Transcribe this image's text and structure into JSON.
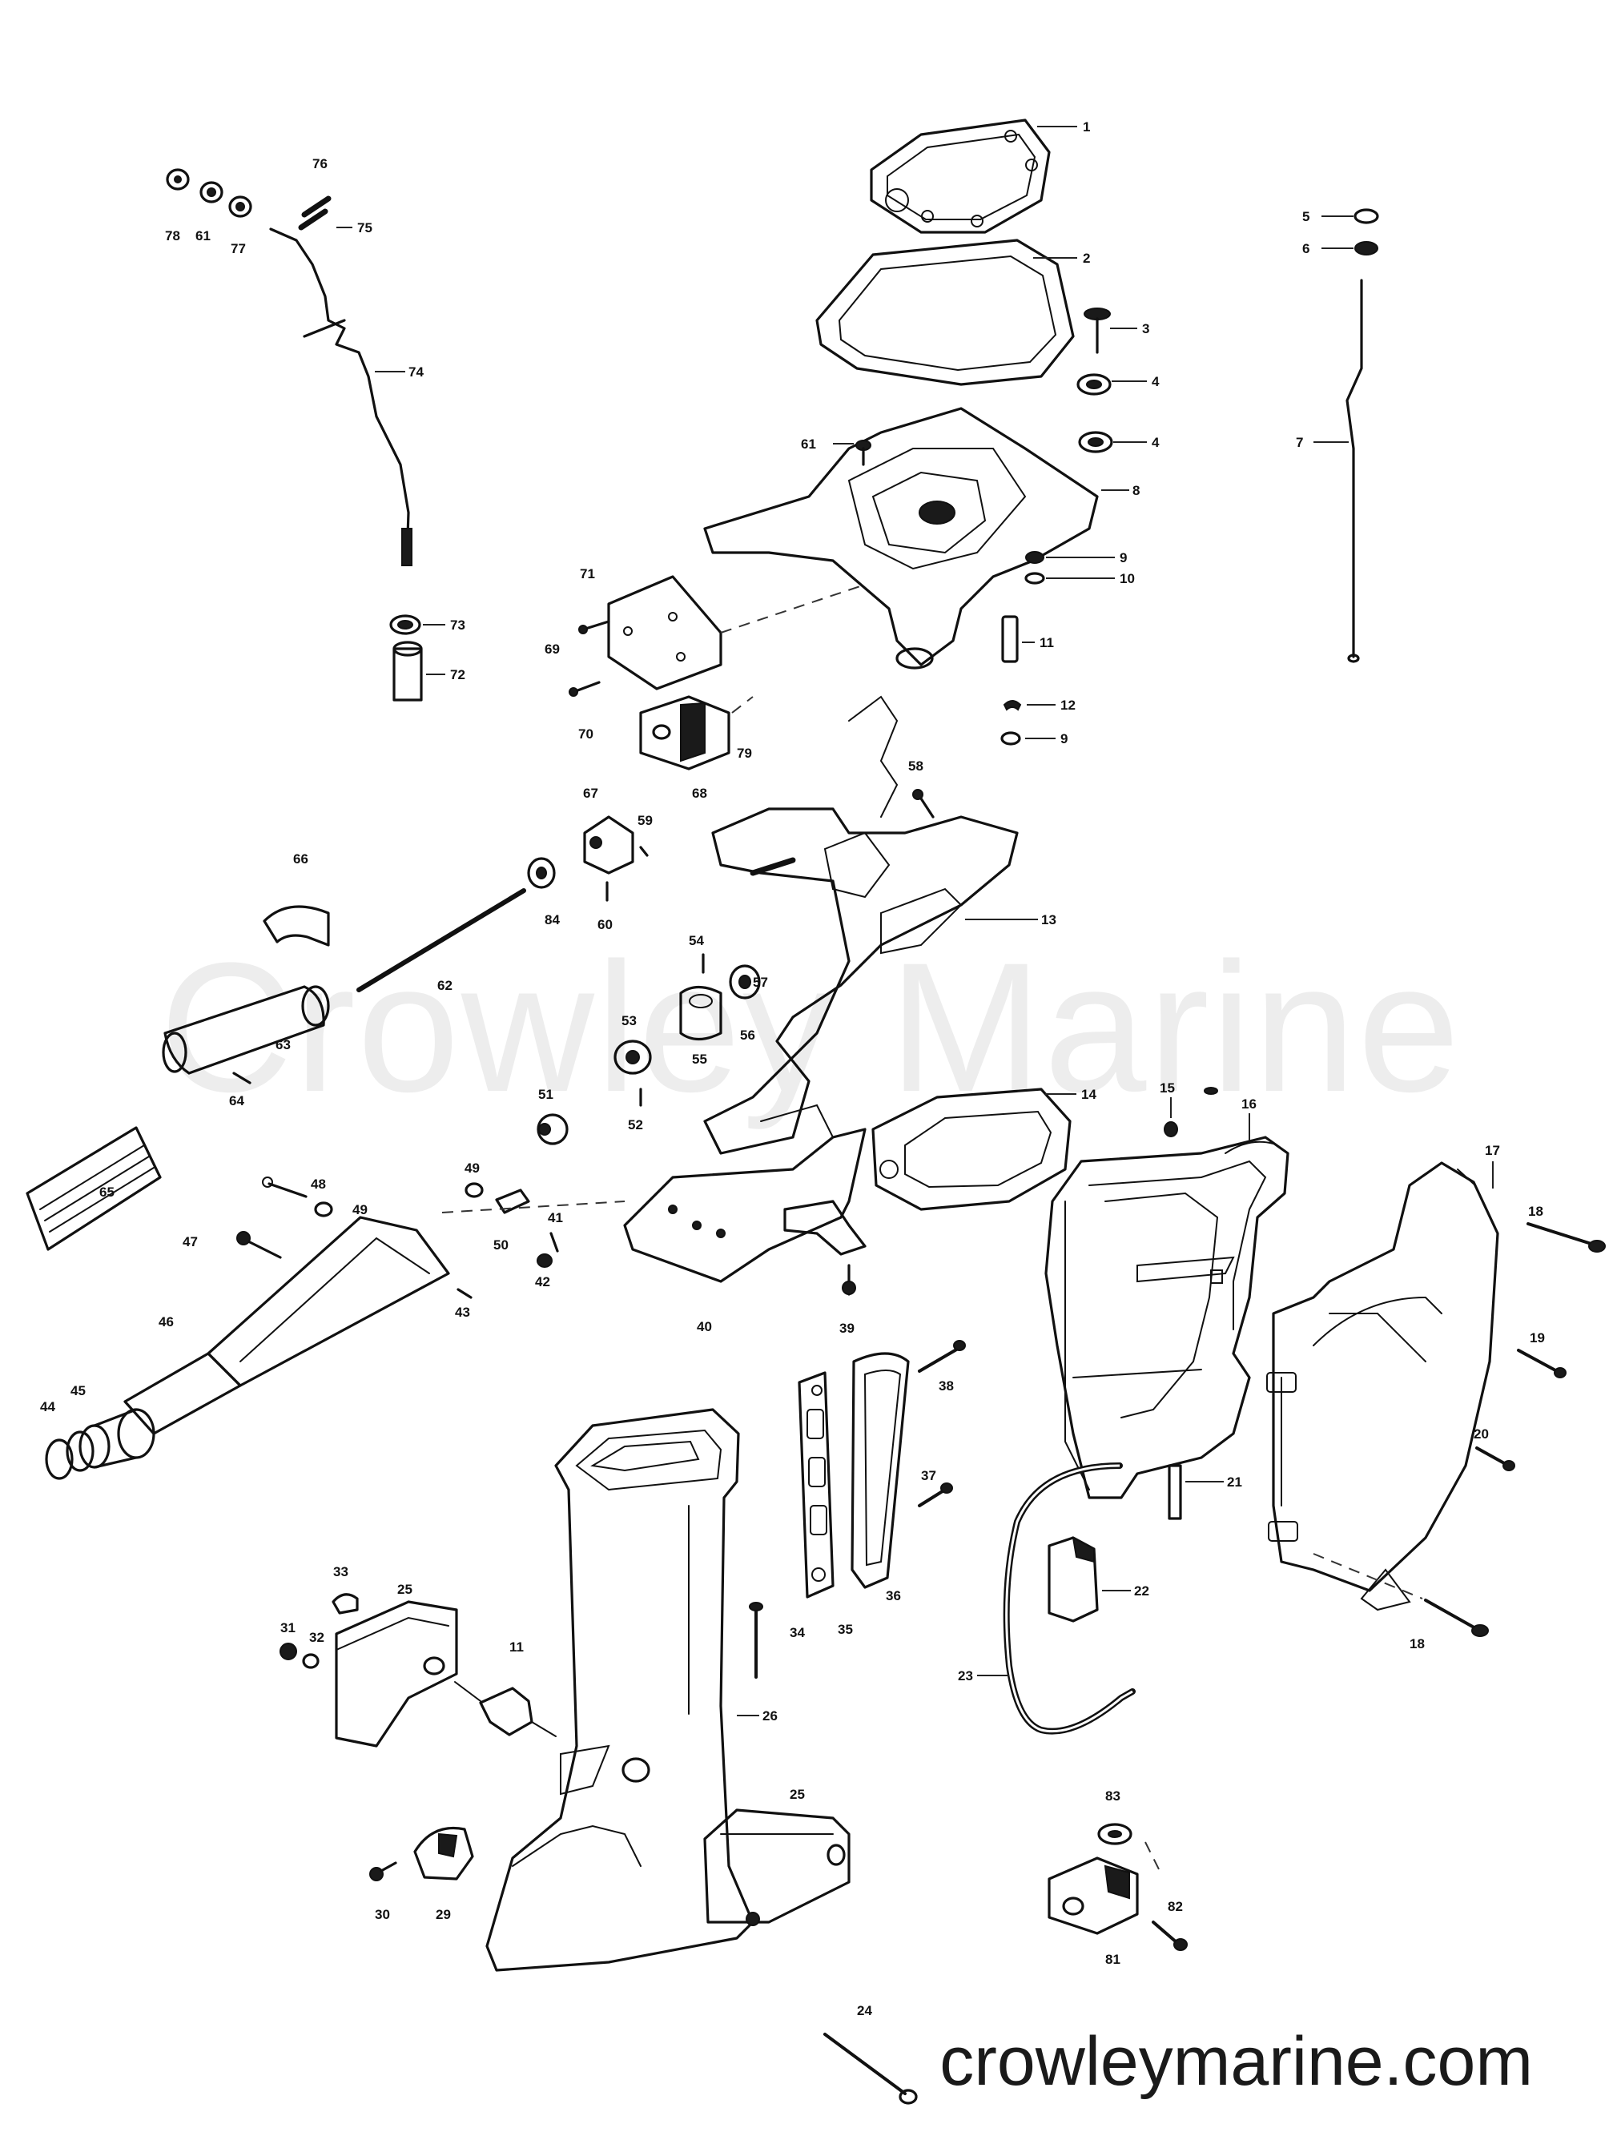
{
  "watermark": "Crowley Marine",
  "site_url": "crowleymarine.com",
  "callouts": [
    {
      "id": "c1",
      "label": "1"
    },
    {
      "id": "c2",
      "label": "2"
    },
    {
      "id": "c3",
      "label": "3"
    },
    {
      "id": "c4a",
      "label": "4"
    },
    {
      "id": "c4b",
      "label": "4"
    },
    {
      "id": "c5",
      "label": "5"
    },
    {
      "id": "c6",
      "label": "6"
    },
    {
      "id": "c7",
      "label": "7"
    },
    {
      "id": "c8",
      "label": "8"
    },
    {
      "id": "c9a",
      "label": "9"
    },
    {
      "id": "c10",
      "label": "10"
    },
    {
      "id": "c11a",
      "label": "11"
    },
    {
      "id": "c12",
      "label": "12"
    },
    {
      "id": "c9b",
      "label": "9"
    },
    {
      "id": "c13",
      "label": "13"
    },
    {
      "id": "c14",
      "label": "14"
    },
    {
      "id": "c15",
      "label": "15"
    },
    {
      "id": "c16",
      "label": "16"
    },
    {
      "id": "c17",
      "label": "17"
    },
    {
      "id": "c18a",
      "label": "18"
    },
    {
      "id": "c19",
      "label": "19"
    },
    {
      "id": "c20",
      "label": "20"
    },
    {
      "id": "c21",
      "label": "21"
    },
    {
      "id": "c22",
      "label": "22"
    },
    {
      "id": "c18b",
      "label": "18"
    },
    {
      "id": "c23",
      "label": "23"
    },
    {
      "id": "c24",
      "label": "24"
    },
    {
      "id": "c25a",
      "label": "25"
    },
    {
      "id": "c25b",
      "label": "25"
    },
    {
      "id": "c26",
      "label": "26"
    },
    {
      "id": "c29",
      "label": "29"
    },
    {
      "id": "c30",
      "label": "30"
    },
    {
      "id": "c31",
      "label": "31"
    },
    {
      "id": "c32",
      "label": "32"
    },
    {
      "id": "c33",
      "label": "33"
    },
    {
      "id": "c11b",
      "label": "11"
    },
    {
      "id": "c34",
      "label": "34"
    },
    {
      "id": "c35",
      "label": "35"
    },
    {
      "id": "c36",
      "label": "36"
    },
    {
      "id": "c37",
      "label": "37"
    },
    {
      "id": "c38",
      "label": "38"
    },
    {
      "id": "c39",
      "label": "39"
    },
    {
      "id": "c40",
      "label": "40"
    },
    {
      "id": "c41",
      "label": "41"
    },
    {
      "id": "c42",
      "label": "42"
    },
    {
      "id": "c43",
      "label": "43"
    },
    {
      "id": "c44",
      "label": "44"
    },
    {
      "id": "c45",
      "label": "45"
    },
    {
      "id": "c46",
      "label": "46"
    },
    {
      "id": "c47",
      "label": "47"
    },
    {
      "id": "c48",
      "label": "48"
    },
    {
      "id": "c49a",
      "label": "49"
    },
    {
      "id": "c49b",
      "label": "49"
    },
    {
      "id": "c50",
      "label": "50"
    },
    {
      "id": "c51",
      "label": "51"
    },
    {
      "id": "c52",
      "label": "52"
    },
    {
      "id": "c53",
      "label": "53"
    },
    {
      "id": "c54",
      "label": "54"
    },
    {
      "id": "c55",
      "label": "55"
    },
    {
      "id": "c56",
      "label": "56"
    },
    {
      "id": "c57",
      "label": "57"
    },
    {
      "id": "c58",
      "label": "58"
    },
    {
      "id": "c59",
      "label": "59"
    },
    {
      "id": "c60",
      "label": "60"
    },
    {
      "id": "c61a",
      "label": "61"
    },
    {
      "id": "c61b",
      "label": "61"
    },
    {
      "id": "c62",
      "label": "62"
    },
    {
      "id": "c63",
      "label": "63"
    },
    {
      "id": "c64",
      "label": "64"
    },
    {
      "id": "c65",
      "label": "65"
    },
    {
      "id": "c66",
      "label": "66"
    },
    {
      "id": "c67",
      "label": "67"
    },
    {
      "id": "c68",
      "label": "68"
    },
    {
      "id": "c69",
      "label": "69"
    },
    {
      "id": "c70",
      "label": "70"
    },
    {
      "id": "c71",
      "label": "71"
    },
    {
      "id": "c72",
      "label": "72"
    },
    {
      "id": "c73",
      "label": "73"
    },
    {
      "id": "c74",
      "label": "74"
    },
    {
      "id": "c75",
      "label": "75"
    },
    {
      "id": "c76",
      "label": "76"
    },
    {
      "id": "c77",
      "label": "77"
    },
    {
      "id": "c78",
      "label": "78"
    },
    {
      "id": "c79",
      "label": "79"
    },
    {
      "id": "c81",
      "label": "81"
    },
    {
      "id": "c82",
      "label": "82"
    },
    {
      "id": "c83",
      "label": "83"
    },
    {
      "id": "c84",
      "label": "84"
    }
  ]
}
